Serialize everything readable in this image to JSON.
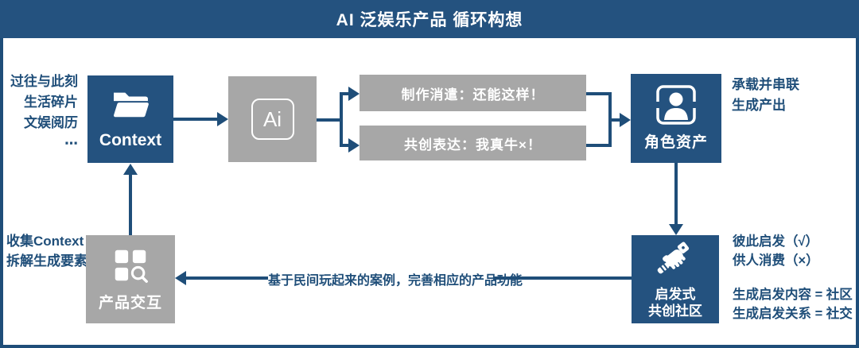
{
  "title": "AI 泛娱乐产品 循环构想",
  "colors": {
    "box_blue": "#24527F",
    "arrow_blue": "#1F4E79",
    "gray": "#A7A7A7"
  },
  "nodes": {
    "context": {
      "label": "Context",
      "icon": "folder-icon"
    },
    "ai": {
      "label": "Ai",
      "icon": "ai-logo-icon"
    },
    "make_banner": {
      "label": "制作消遣：还能这样！"
    },
    "cocreate_banner": {
      "label": "共创表达：我真牛×！"
    },
    "role": {
      "label": "角色资产",
      "icon": "person-badge-icon"
    },
    "community": {
      "line1": "启发式",
      "line2": "共创社区",
      "icon": "handshake-icon"
    },
    "product": {
      "label": "产品交互",
      "icon": "grid-search-icon"
    }
  },
  "annotations": {
    "context_input": {
      "line1": "过往与此刻",
      "line2": "生活碎片",
      "line3": "文娱阅历",
      "line4": "⋯"
    },
    "role_note": {
      "line1": "承载并串联",
      "line2": "生成产出"
    },
    "community_note": {
      "line1": "彼此启发（√）",
      "line2": "供人消费（×）",
      "line3": "生成启发内容 = 社区",
      "line4": "生成启发关系 = 社交"
    },
    "product_note": {
      "line1": "收集Context",
      "line2": "拆解生成要素"
    },
    "feedback_label": "基于民间玩起来的案例，完善相应的产品功能"
  }
}
